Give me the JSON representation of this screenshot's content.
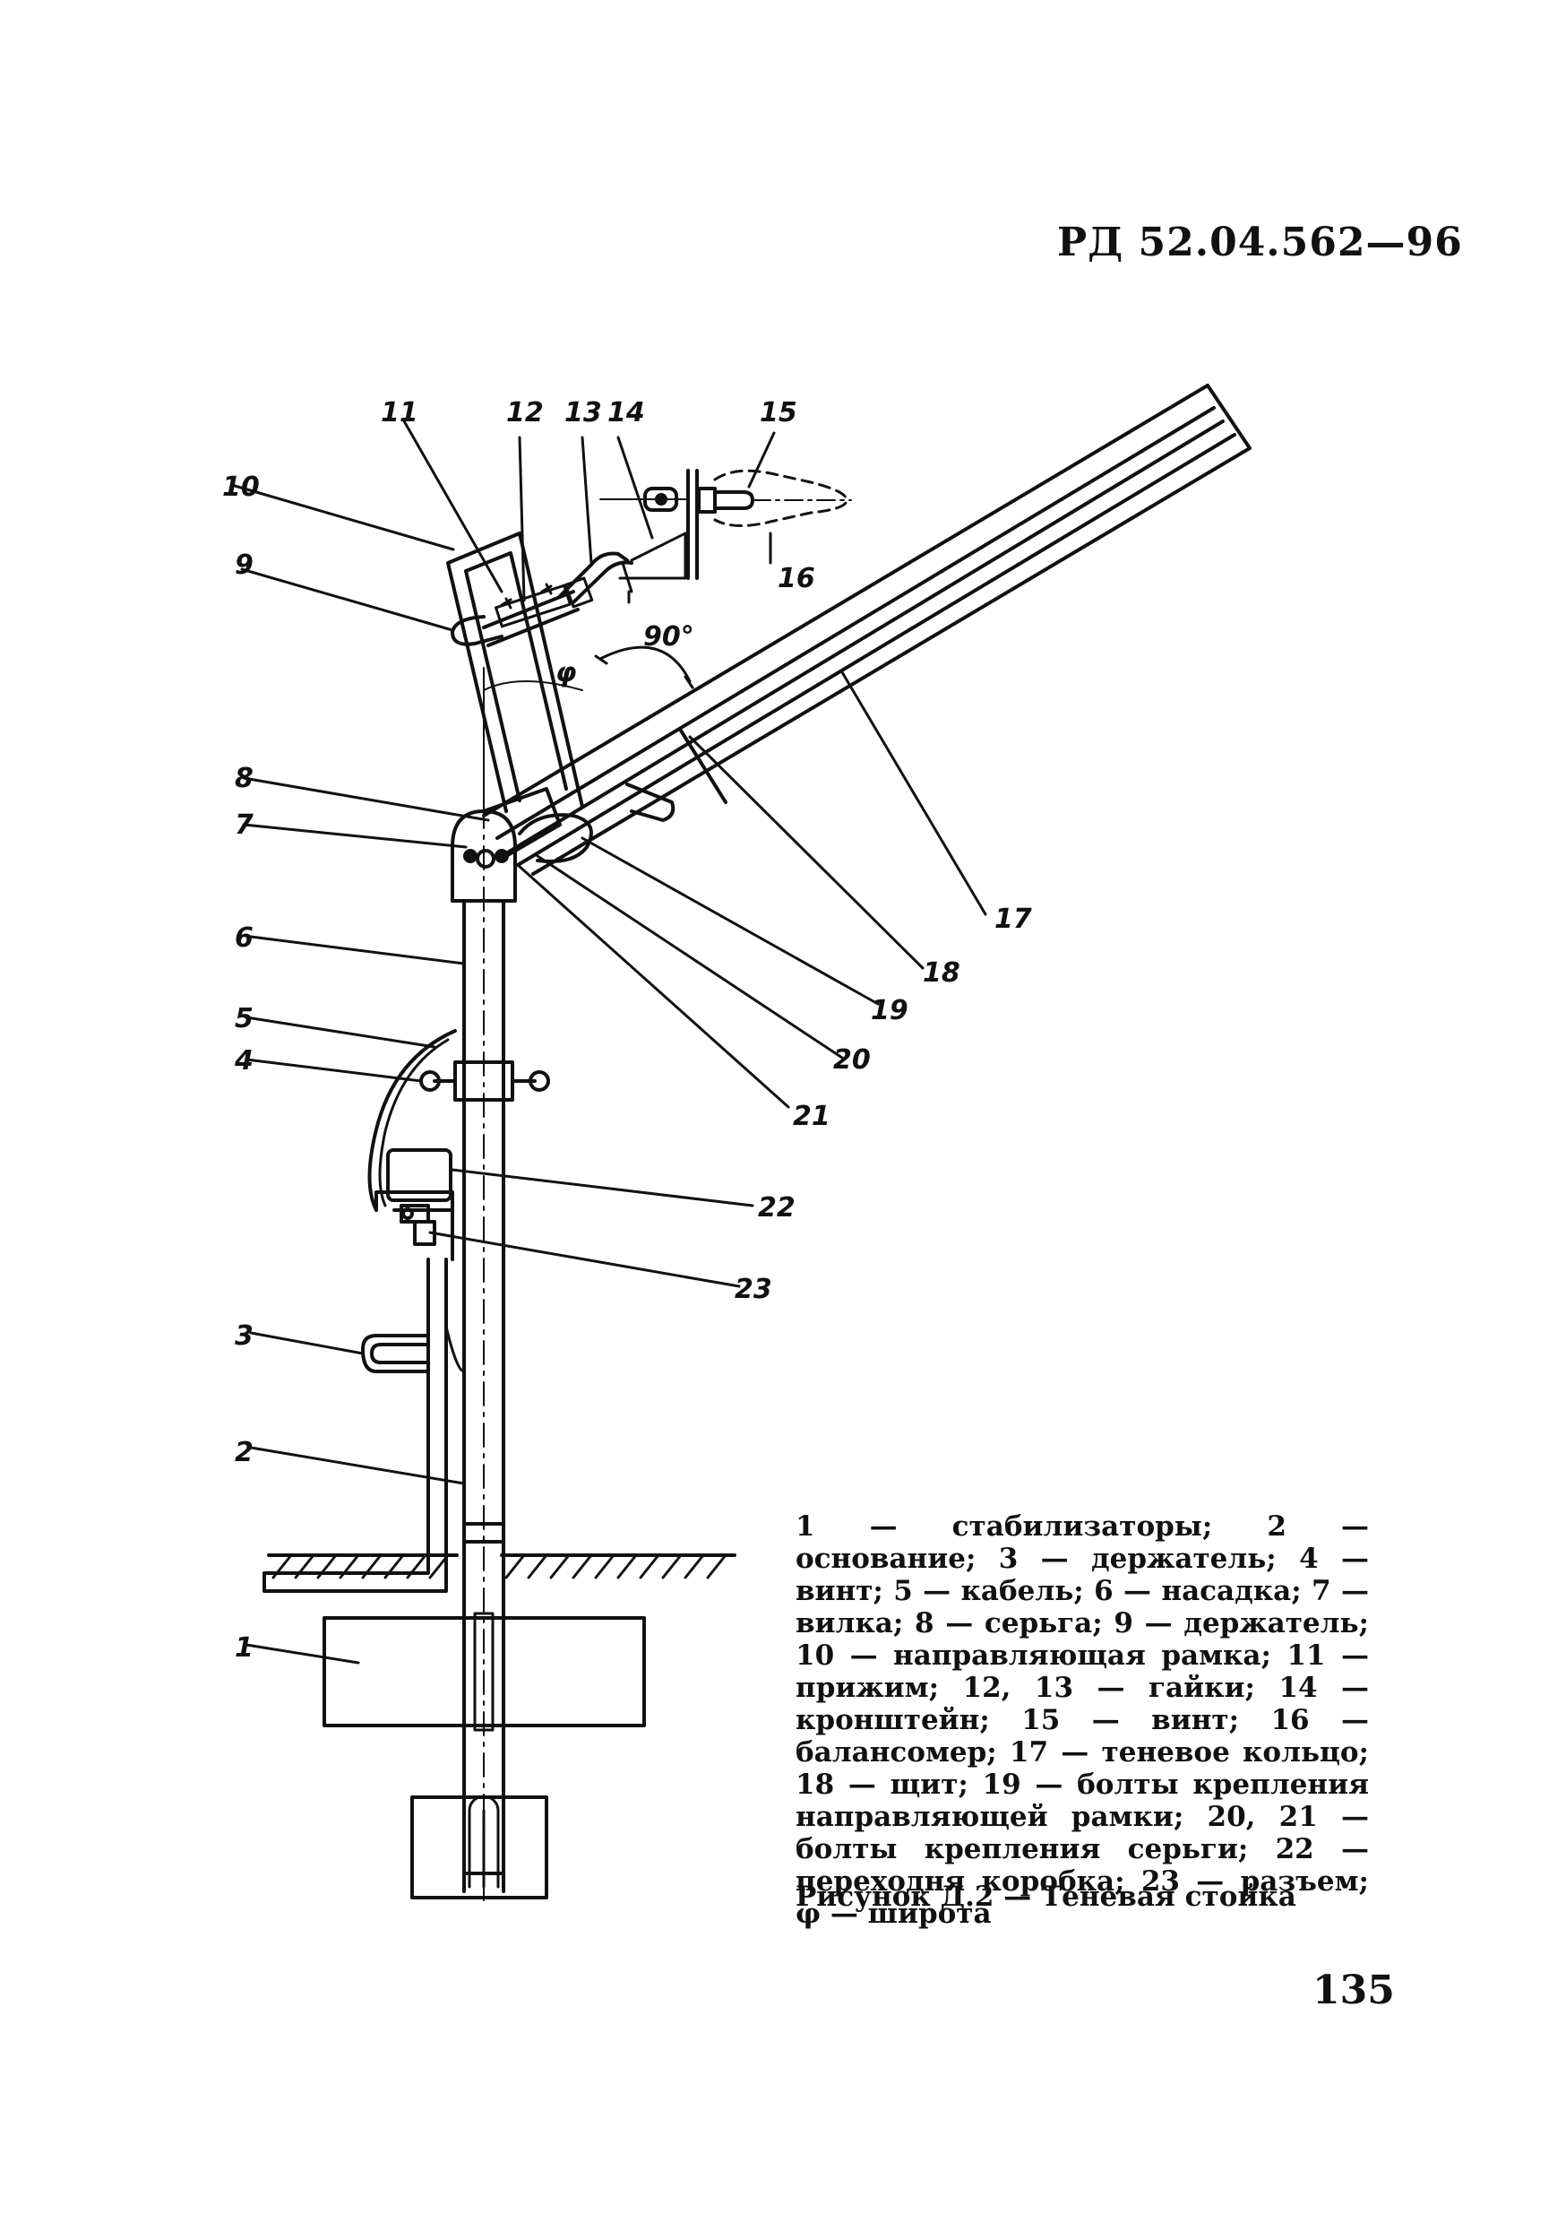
{
  "header": {
    "doc_code": "РД 52.04.562—96"
  },
  "figure": {
    "labels": {
      "l1": "1",
      "l2": "2",
      "l3": "3",
      "l4": "4",
      "l5": "5",
      "l6": "6",
      "l7": "7",
      "l8": "8",
      "l9": "9",
      "l10": "10",
      "l11": "11",
      "l12": "12",
      "l13": "13",
      "l14": "14",
      "l15": "15",
      "l16": "16",
      "l17": "17",
      "l18": "18",
      "l19": "19",
      "l20": "20",
      "l21": "21",
      "l22": "22",
      "l23": "23"
    },
    "angle_label": "90°",
    "phi_label": "φ"
  },
  "legend": {
    "text": "1 — стабилизаторы; 2 — основание; 3 — держатель; 4 — винт; 5 — кабель; 6 — насадка; 7 — вилка; 8 — серьга; 9 — держатель; 10 — направляющая рамка; 11 — прижим; 12, 13 — гайки; 14 — кронштейн; 15 — винт; 16 — балансомер; 17 — теневое кольцо; 18 — щит; 19 — болты крепления направляющей рамки; 20, 21 — болты крепления серьги; 22 — переходня коробка; 23 — разъем; φ — широта"
  },
  "caption": "Рисунок Д.2 — Теневая стойка",
  "page_number": "135"
}
